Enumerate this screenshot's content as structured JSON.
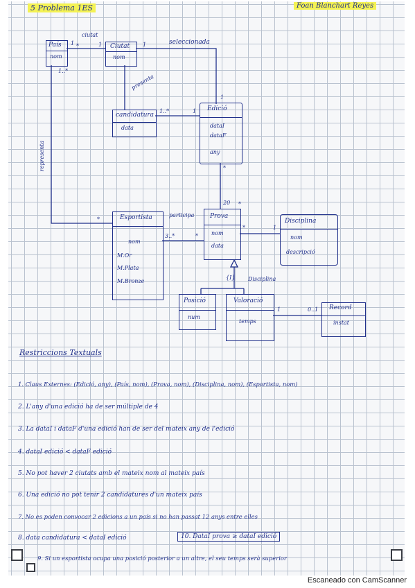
{
  "header": {
    "left": "5 Problema 1ES",
    "right": "Foan Blanchart Reyes"
  },
  "diagram": {
    "entities": {
      "pais": {
        "title": "País",
        "attrs": [
          "nom"
        ]
      },
      "ciutat": {
        "title": "Ciutat",
        "attrs": [
          "nom"
        ]
      },
      "candidatura": {
        "title": "candidatura",
        "attrs": [
          "data"
        ]
      },
      "edicio": {
        "title": "Edició",
        "attrs": [
          "dataI",
          "dataF",
          "any"
        ]
      },
      "esportista": {
        "title": "Esportista",
        "attrs": [
          "nom",
          "M.Or",
          "M.Plata",
          "M.Bronze"
        ]
      },
      "prova": {
        "title": "Prova",
        "attrs": [
          "nom",
          "data"
        ]
      },
      "disciplina": {
        "title": "Disciplina",
        "attrs": [
          "nom",
          "descripció"
        ]
      },
      "posicio": {
        "title": "Posició",
        "attrs": [
          "num"
        ]
      },
      "valoracio": {
        "title": "Valoració",
        "attrs": [
          "temps"
        ]
      },
      "record": {
        "title": "Record",
        "attrs": [
          "instat"
        ]
      }
    },
    "labels": {
      "ciutat_rel": "ciutat",
      "seleccionada": "seleccionada",
      "presenta": "presenta",
      "representa": "representa",
      "participa": "participa",
      "disciplina_rel": "Disciplina",
      "m_pais_ciutat_l": "1",
      "m_pais_ciutat_r": "*",
      "m_pais_ciutat_r2": "1",
      "m_pais_down": "1..*",
      "m_sel_a": "1",
      "m_sel_b": "1",
      "m_cand_a": "1..*",
      "m_cand_b": "1",
      "m_ed_star": "*",
      "m_prova_20": "20",
      "m_prova_star": "*",
      "m_esp_star": "*",
      "m_esp_3": "3..*",
      "m_prova_p": "*",
      "m_disc_a": "*",
      "m_disc_b": "1",
      "m_inc": "{I}",
      "m_rec_a": "1",
      "m_rec_b": "0..1"
    }
  },
  "restrictions": {
    "title": "Restriccions Textuals",
    "items": [
      "1. Claus Externes: (Edició, any), (País, nom), (Prova, nom), (Disciplina, nom), (Esportista, nom)",
      "2. L'any d'una edició ha de ser múltiple de 4",
      "3. La dataI i dataF d'una edició han de ser del mateix any de l'edició",
      "4. dataI edició < dataF edició",
      "5. No pot haver 2 ciutats amb el mateix nom al mateix país",
      "6. Una edició no pot tenir 2 candidatures d'un mateix país",
      "7. No es poden convocar 2 edicions a un país si no han passat 12 anys entre elles",
      "8. data candidatura < dataI edició",
      "10. DataI prova ≥ dataI edició",
      "9. Si un esportista ocupa una posició posterior a un altre, el seu temps serà superior"
    ]
  },
  "footer": {
    "scanner": "Escaneado con CamScanner"
  }
}
